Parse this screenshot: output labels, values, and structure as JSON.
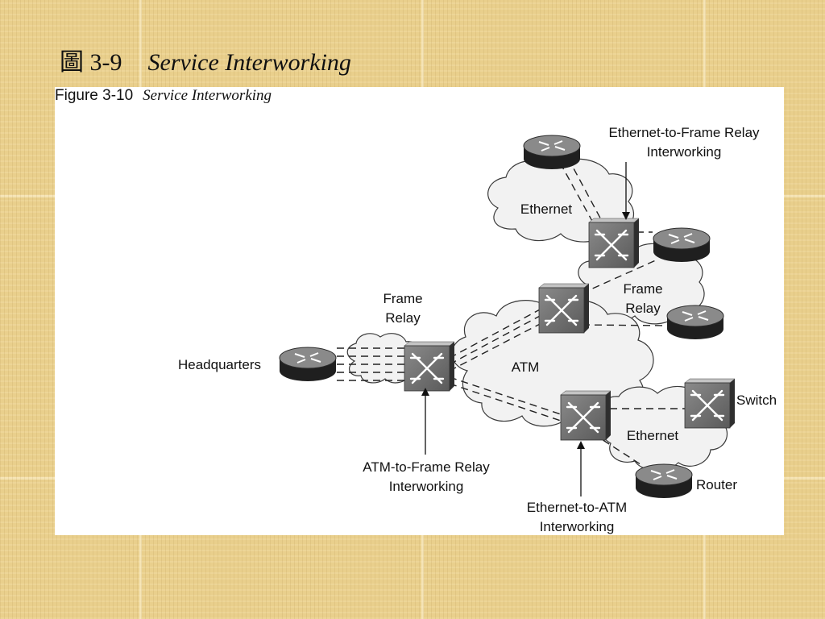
{
  "slide": {
    "prefix": "圖 3-9",
    "title": "Service Interworking"
  },
  "figure": {
    "number": "Figure 3-10",
    "title": "Service Interworking",
    "clouds": {
      "ethernet_top": "Ethernet",
      "frame_relay_right_1": "Frame",
      "frame_relay_right_2": "Relay",
      "frame_relay_left_1": "Frame",
      "frame_relay_left_2": "Relay",
      "atm": "ATM",
      "ethernet_bottom": "Ethernet"
    },
    "labels": {
      "headquarters": "Headquarters",
      "switch": "Switch",
      "router": "Router"
    },
    "callouts": {
      "eth_fr_1": "Ethernet-to-Frame Relay",
      "eth_fr_2": "Interworking",
      "atm_fr_1": "ATM-to-Frame Relay",
      "atm_fr_2": "Interworking",
      "eth_atm_1": "Ethernet-to-ATM",
      "eth_atm_2": "Interworking"
    }
  },
  "icons": {
    "router": "router-icon",
    "switch": "switch-icon",
    "arrow": "arrow-icon"
  },
  "colors": {
    "background": "#e9cf8c",
    "panel": "#ffffff",
    "router_top": "#8a8a8a",
    "router_side": "#1f1f1f",
    "switch_face": "#707070",
    "cloud_fill": "#f2f2f2"
  }
}
